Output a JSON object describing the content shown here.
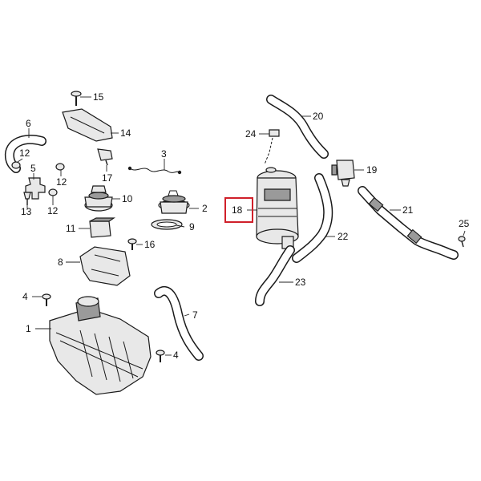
{
  "diagram": {
    "callouts": [
      {
        "id": "1",
        "label": "1"
      },
      {
        "id": "2",
        "label": "2"
      },
      {
        "id": "3",
        "label": "3"
      },
      {
        "id": "4a",
        "label": "4"
      },
      {
        "id": "4b",
        "label": "4"
      },
      {
        "id": "5",
        "label": "5"
      },
      {
        "id": "6",
        "label": "6"
      },
      {
        "id": "7",
        "label": "7"
      },
      {
        "id": "8",
        "label": "8"
      },
      {
        "id": "9",
        "label": "9"
      },
      {
        "id": "10",
        "label": "10"
      },
      {
        "id": "11",
        "label": "11"
      },
      {
        "id": "12a",
        "label": "12"
      },
      {
        "id": "12b",
        "label": "12"
      },
      {
        "id": "12c",
        "label": "12"
      },
      {
        "id": "13",
        "label": "13"
      },
      {
        "id": "14",
        "label": "14"
      },
      {
        "id": "15",
        "label": "15"
      },
      {
        "id": "16",
        "label": "16"
      },
      {
        "id": "17",
        "label": "17"
      },
      {
        "id": "18",
        "label": "18"
      },
      {
        "id": "19",
        "label": "19"
      },
      {
        "id": "20",
        "label": "20"
      },
      {
        "id": "21",
        "label": "21"
      },
      {
        "id": "22",
        "label": "22"
      },
      {
        "id": "23",
        "label": "23"
      },
      {
        "id": "24",
        "label": "24"
      },
      {
        "id": "25",
        "label": "25"
      }
    ],
    "highlighted_part": "18",
    "highlight_color": "#d0202a",
    "line_color": "#1a1a1a"
  }
}
